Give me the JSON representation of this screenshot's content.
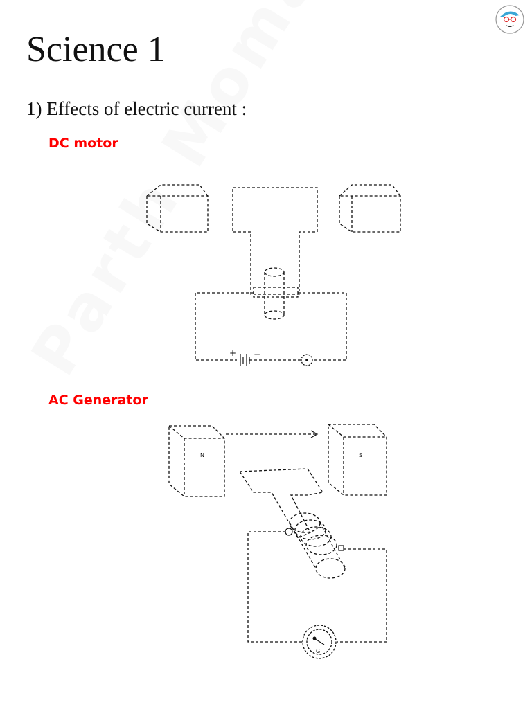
{
  "page": {
    "title": "Science 1",
    "topic": "1) Effects of  electric current :",
    "watermark": "Parth Momaya"
  },
  "sections": {
    "dc_motor": {
      "label": "DC motor",
      "battery_plus": "+",
      "battery_minus": "−"
    },
    "ac_generator": {
      "label": "AC Generator",
      "north_pole": "N",
      "south_pole": "S",
      "galvanometer": "G"
    }
  },
  "colors": {
    "heading": "#ff0000",
    "text": "#111111"
  },
  "icons": {
    "logo": "cartoon-face-logo-icon"
  }
}
